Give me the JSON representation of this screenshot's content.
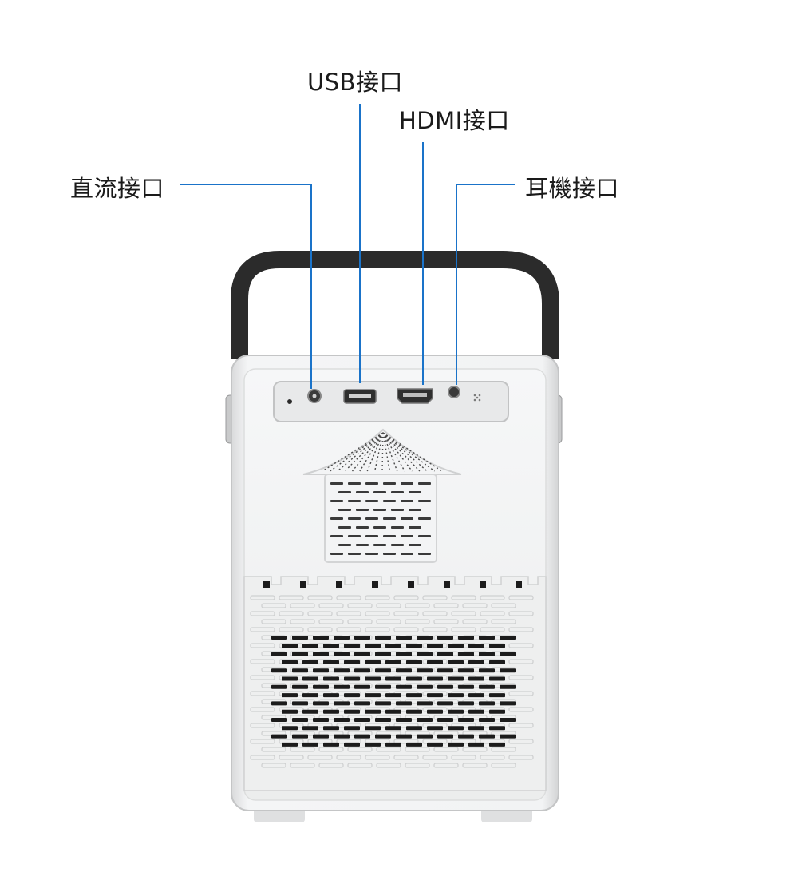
{
  "labels": {
    "usb": "USB接口",
    "hdmi": "HDMI接口",
    "dc": "直流接口",
    "headphone": "耳機接口"
  },
  "colors": {
    "leader_line": "#1a73c9",
    "body": "#f1f2f3",
    "handle": "#2b2b2b",
    "vent": "#1c1c1c"
  }
}
